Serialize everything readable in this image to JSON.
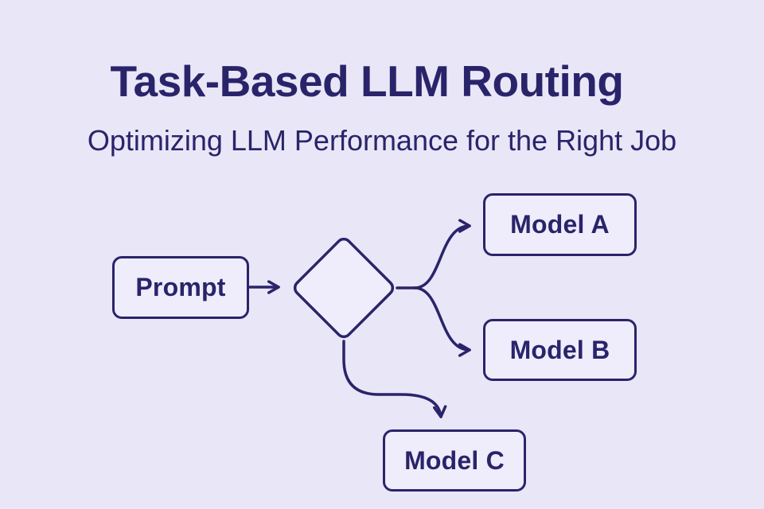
{
  "title": "Task-Based LLM Routing",
  "subtitle": "Optimizing LLM Performance for the Right Job",
  "diagram": {
    "nodes": {
      "prompt": {
        "label": "Prompt",
        "shape": "rounded-rect"
      },
      "router": {
        "label": "",
        "shape": "decision-diamond"
      },
      "model_a": {
        "label": "Model A",
        "shape": "rounded-rect"
      },
      "model_b": {
        "label": "Model B",
        "shape": "rounded-rect"
      },
      "model_c": {
        "label": "Model C",
        "shape": "rounded-rect"
      }
    },
    "edges": [
      {
        "from": "prompt",
        "to": "router",
        "style": "straight-arrow"
      },
      {
        "from": "router",
        "to": "model_a",
        "style": "curved-arrow"
      },
      {
        "from": "router",
        "to": "model_b",
        "style": "curved-arrow"
      },
      {
        "from": "router",
        "to": "model_c",
        "style": "curved-arrow"
      }
    ]
  },
  "colors": {
    "background": "#E9E6F7",
    "ink": "#29246A",
    "node_fill": "#EFECFB"
  }
}
